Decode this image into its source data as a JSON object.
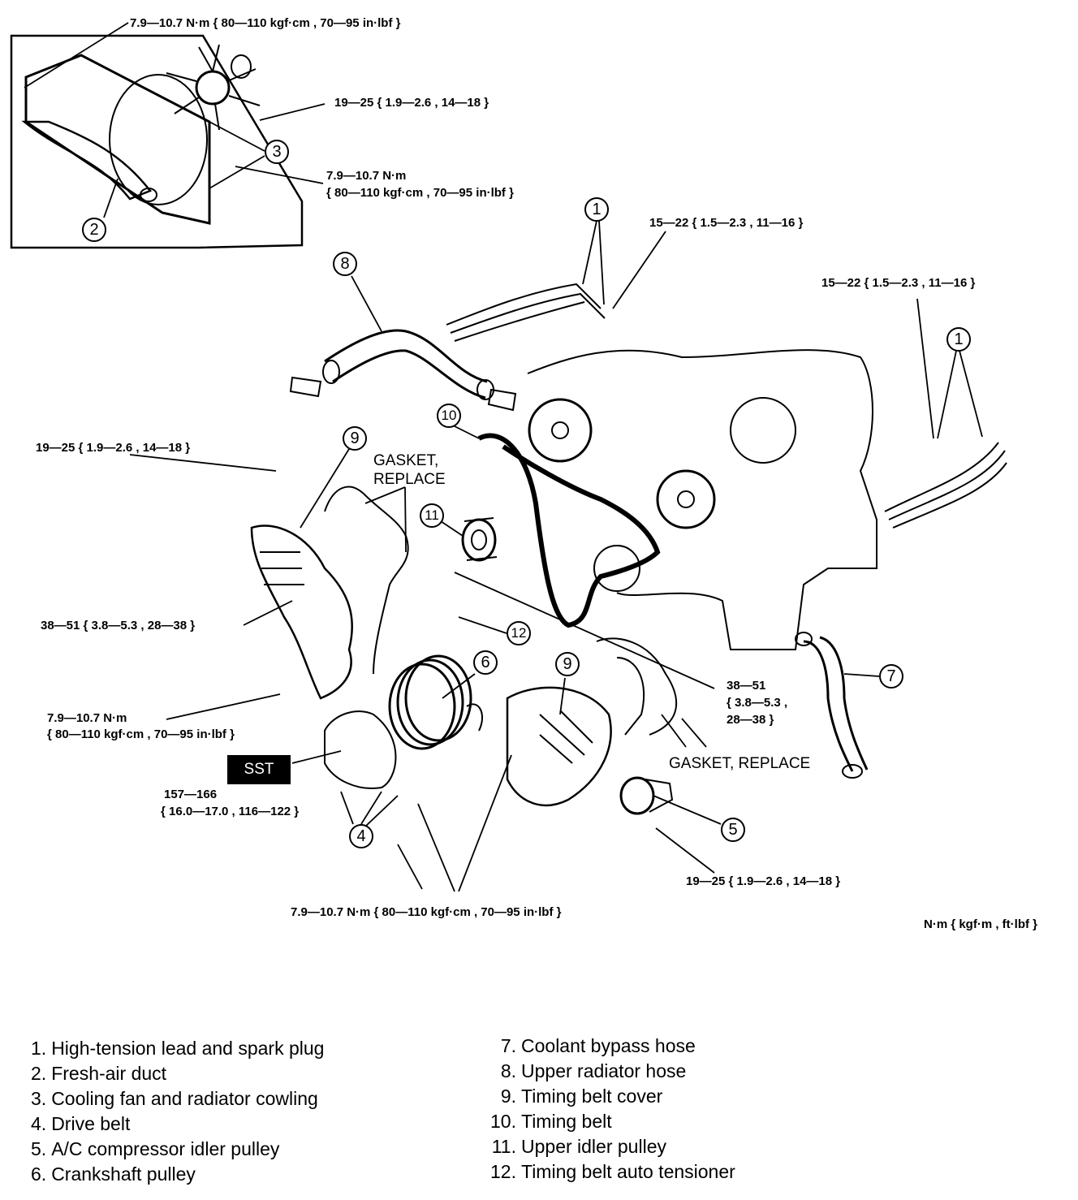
{
  "torque_labels": {
    "fan_top": "7.9—10.7 N·m { 80—110 kgf·cm , 70—95 in·lbf }",
    "fan_bolt": "19—25 { 1.9—2.6 , 14—18 }",
    "cowling_a": "7.9—10.7 N·m",
    "cowling_b": "{ 80—110 kgf·cm , 70—95 in·lbf }",
    "plug_left": "15—22 { 1.5—2.3 , 11—16 }",
    "plug_right": "15—22 { 1.5—2.3 , 11—16 }",
    "cover_top": "19—25 { 1.9—2.6 , 14—18 }",
    "cover_bolt": "38—51 { 3.8—5.3 , 28—38 }",
    "cover_lower_a": "7.9—10.7 N·m",
    "cover_lower_b": "{ 80—110 kgf·cm , 70—95 in·lbf }",
    "tensioner_a": "38—51",
    "tensioner_b": "{ 3.8—5.3 ,",
    "tensioner_c": "28—38 }",
    "crank_a": "157—166",
    "crank_b": "{ 16.0—17.0 , 116—122 }",
    "idler_bolt": "19—25 { 1.9—2.6 , 14—18 }",
    "bottom": "7.9—10.7 N·m { 80—110 kgf·cm , 70—95 in·lbf }",
    "units": "N·m { kgf·m , ft·lbf }"
  },
  "gasket_labels": {
    "top_a": "GASKET,",
    "top_b": "REPLACE",
    "right": "GASKET, REPLACE"
  },
  "sst_label": "SST",
  "callouts": [
    "1",
    "2",
    "3",
    "4",
    "5",
    "6",
    "7",
    "8",
    "9",
    "10",
    "11",
    "12"
  ],
  "legend_left": [
    {
      "n": "1.",
      "text": "High-tension lead and spark plug"
    },
    {
      "n": "2.",
      "text": "Fresh-air duct"
    },
    {
      "n": "3.",
      "text": "Cooling fan and radiator cowling"
    },
    {
      "n": "4.",
      "text": "Drive belt"
    },
    {
      "n": "5.",
      "text": "A/C compressor idler pulley"
    },
    {
      "n": "6.",
      "text": "Crankshaft pulley"
    }
  ],
  "legend_right": [
    {
      "n": "7.",
      "text": "Coolant bypass  hose"
    },
    {
      "n": "8.",
      "text": "Upper radiator hose"
    },
    {
      "n": "9.",
      "text": "Timing belt cover"
    },
    {
      "n": "10.",
      "text": "Timing belt"
    },
    {
      "n": "11.",
      "text": "Upper idler pulley"
    },
    {
      "n": "12.",
      "text": "Timing belt auto tensioner"
    }
  ]
}
